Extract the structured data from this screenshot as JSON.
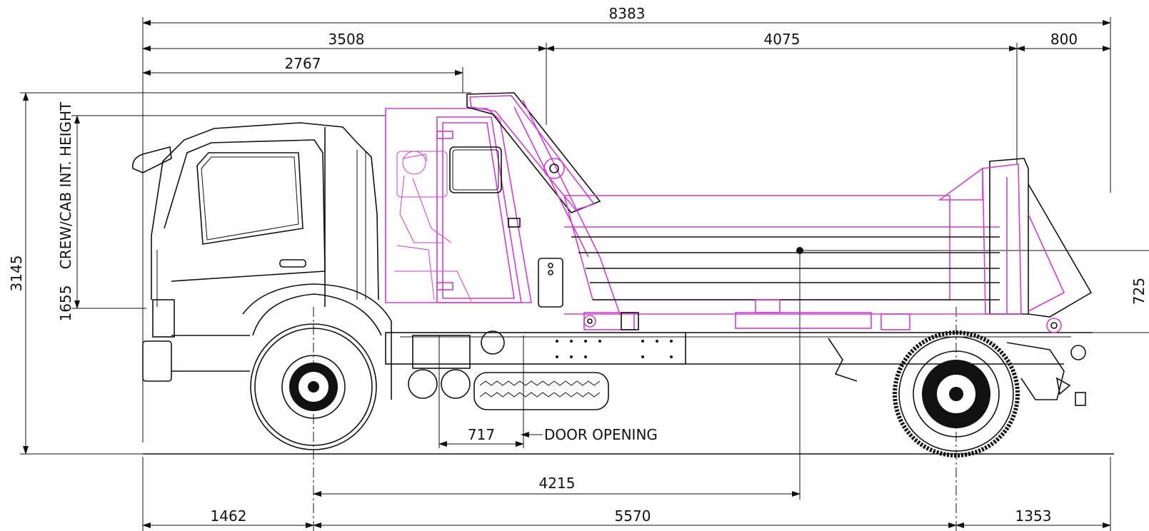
{
  "dimensions": {
    "overall_length": "8383",
    "front_to_body": "3508",
    "body_length": "4075",
    "rear_overhang_body": "800",
    "front_to_cab_back": "2767",
    "overall_height": "3145",
    "cab_int_height": "1655",
    "cab_int_height_label": "CREW/CAB INT. HEIGHT",
    "door_opening": "717",
    "door_opening_label": "DOOR OPENING",
    "front_axle_to_cog": "4215",
    "front_overhang": "1462",
    "wheelbase": "5570",
    "rear_overhang": "1353",
    "side_height": "725"
  },
  "colors": {
    "line": "#111111",
    "body_outline": "#d63ad6"
  }
}
